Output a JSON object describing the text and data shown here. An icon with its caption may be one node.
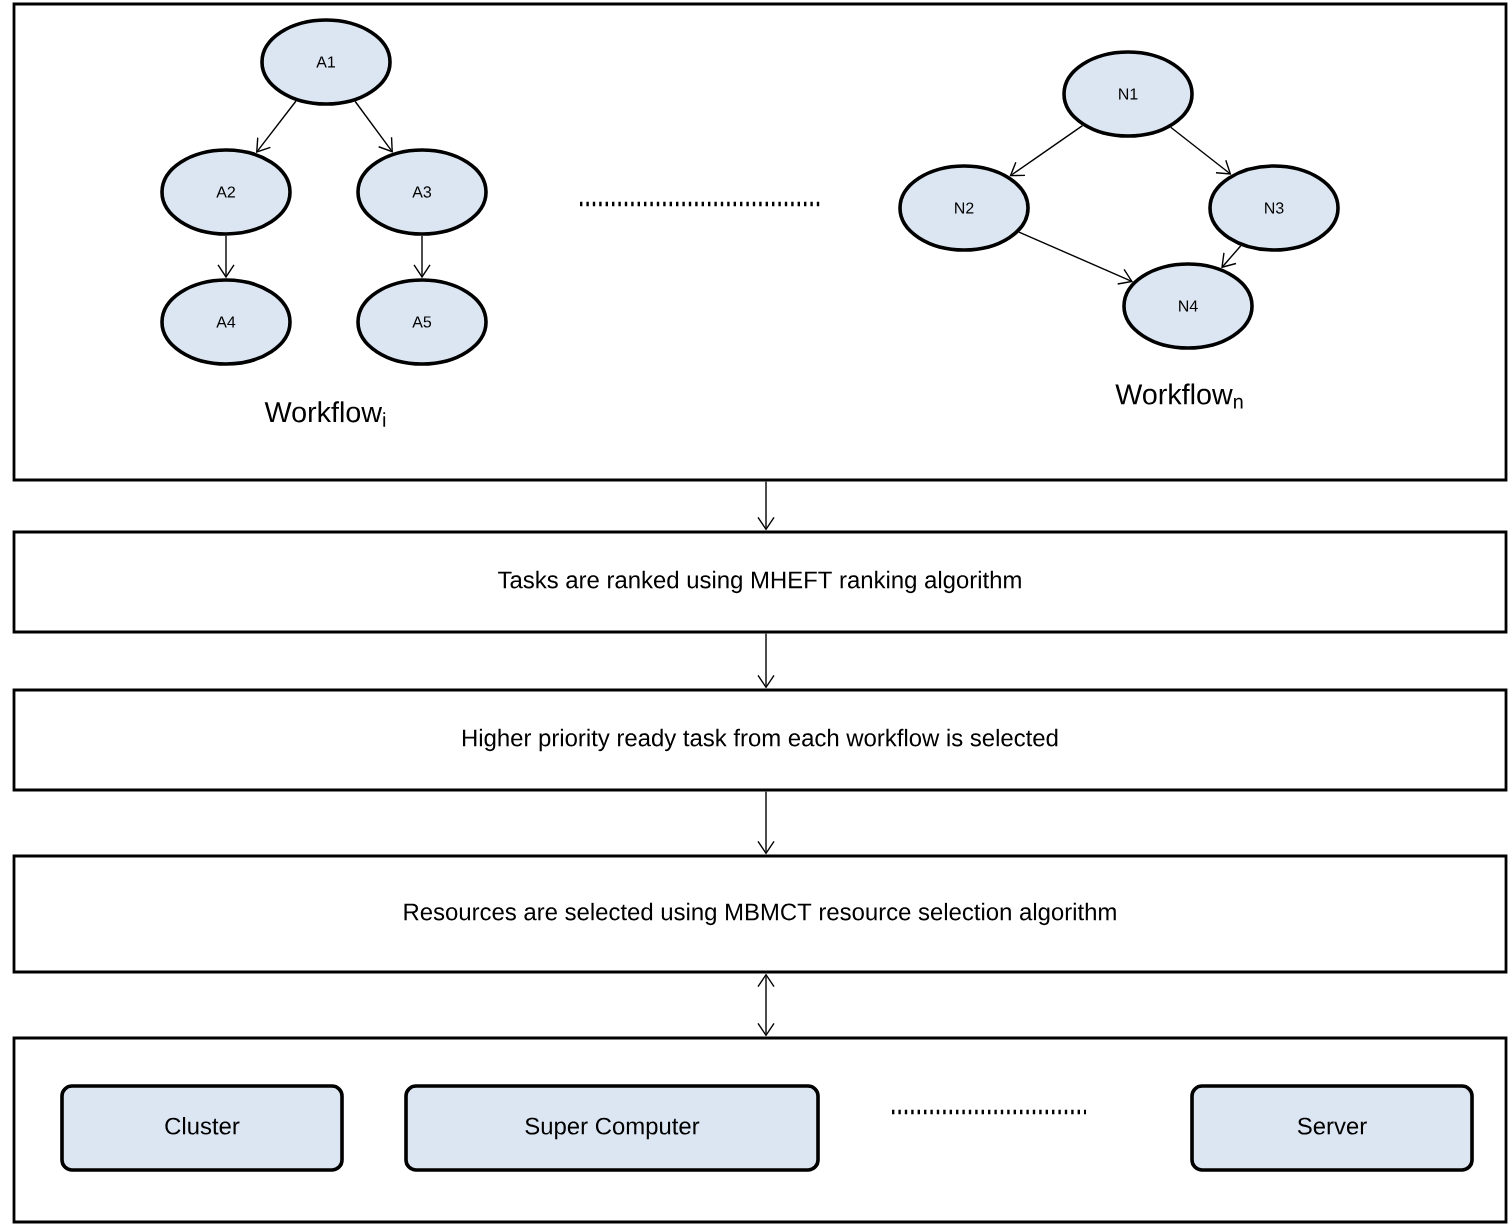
{
  "diagram": {
    "nodes": [
      {
        "text": [],
        "shape": "box"
      },
      {
        "text": [
          "A1"
        ],
        "in": 0
      },
      {
        "text": [
          "A2"
        ],
        "in": 0
      },
      {
        "text": [
          "A3"
        ],
        "in": 0
      },
      {
        "text": [
          "A4"
        ],
        "in": 0
      },
      {
        "text": [
          "A5"
        ],
        "in": 0
      },
      {
        "text": [
          "N1"
        ],
        "in": 0
      },
      {
        "text": [
          "N2"
        ],
        "in": 0
      },
      {
        "text": [
          "N3"
        ],
        "in": 0
      },
      {
        "text": [
          "N4"
        ],
        "in": 0
      },
      {
        "text": [
          "Tasks are ranked using MHEFT ranking algorithm"
        ]
      },
      {
        "text": [
          "Higher priority ready task from each workflow is selected"
        ]
      },
      {
        "text": [
          "Resources are  selected using MBMCT resource selection algorithm"
        ]
      },
      {
        "text": [],
        "shape": "box"
      },
      {
        "text": [
          "Cluster"
        ],
        "in": 13
      },
      {
        "text": [
          "Super Computer"
        ],
        "in": 13
      },
      {
        "text": [
          "Server"
        ],
        "in": 13
      }
    ],
    "edges": [
      {
        "from": 1,
        "to": 2,
        "arrow": "to"
      },
      {
        "from": 1,
        "to": 3,
        "arrow": "to"
      },
      {
        "from": 2,
        "to": 4,
        "arrow": "to"
      },
      {
        "from": 3,
        "to": 5,
        "arrow": "to"
      },
      {
        "from": 6,
        "to": 7,
        "arrow": "to"
      },
      {
        "from": 6,
        "to": 8,
        "arrow": "to"
      },
      {
        "from": 7,
        "to": 9,
        "arrow": "to"
      },
      {
        "from": 8,
        "to": 9,
        "arrow": "to"
      },
      {
        "from": 0,
        "to": 10,
        "arrow": "to"
      },
      {
        "from": 10,
        "to": 11,
        "arrow": "to"
      },
      {
        "from": 11,
        "to": 12,
        "arrow": "to"
      },
      {
        "from": 12,
        "to": 13,
        "arrow": "both"
      }
    ],
    "labels": [
      "Workflow$_{i}$",
      "Workflow$_{n}$"
    ]
  }
}
